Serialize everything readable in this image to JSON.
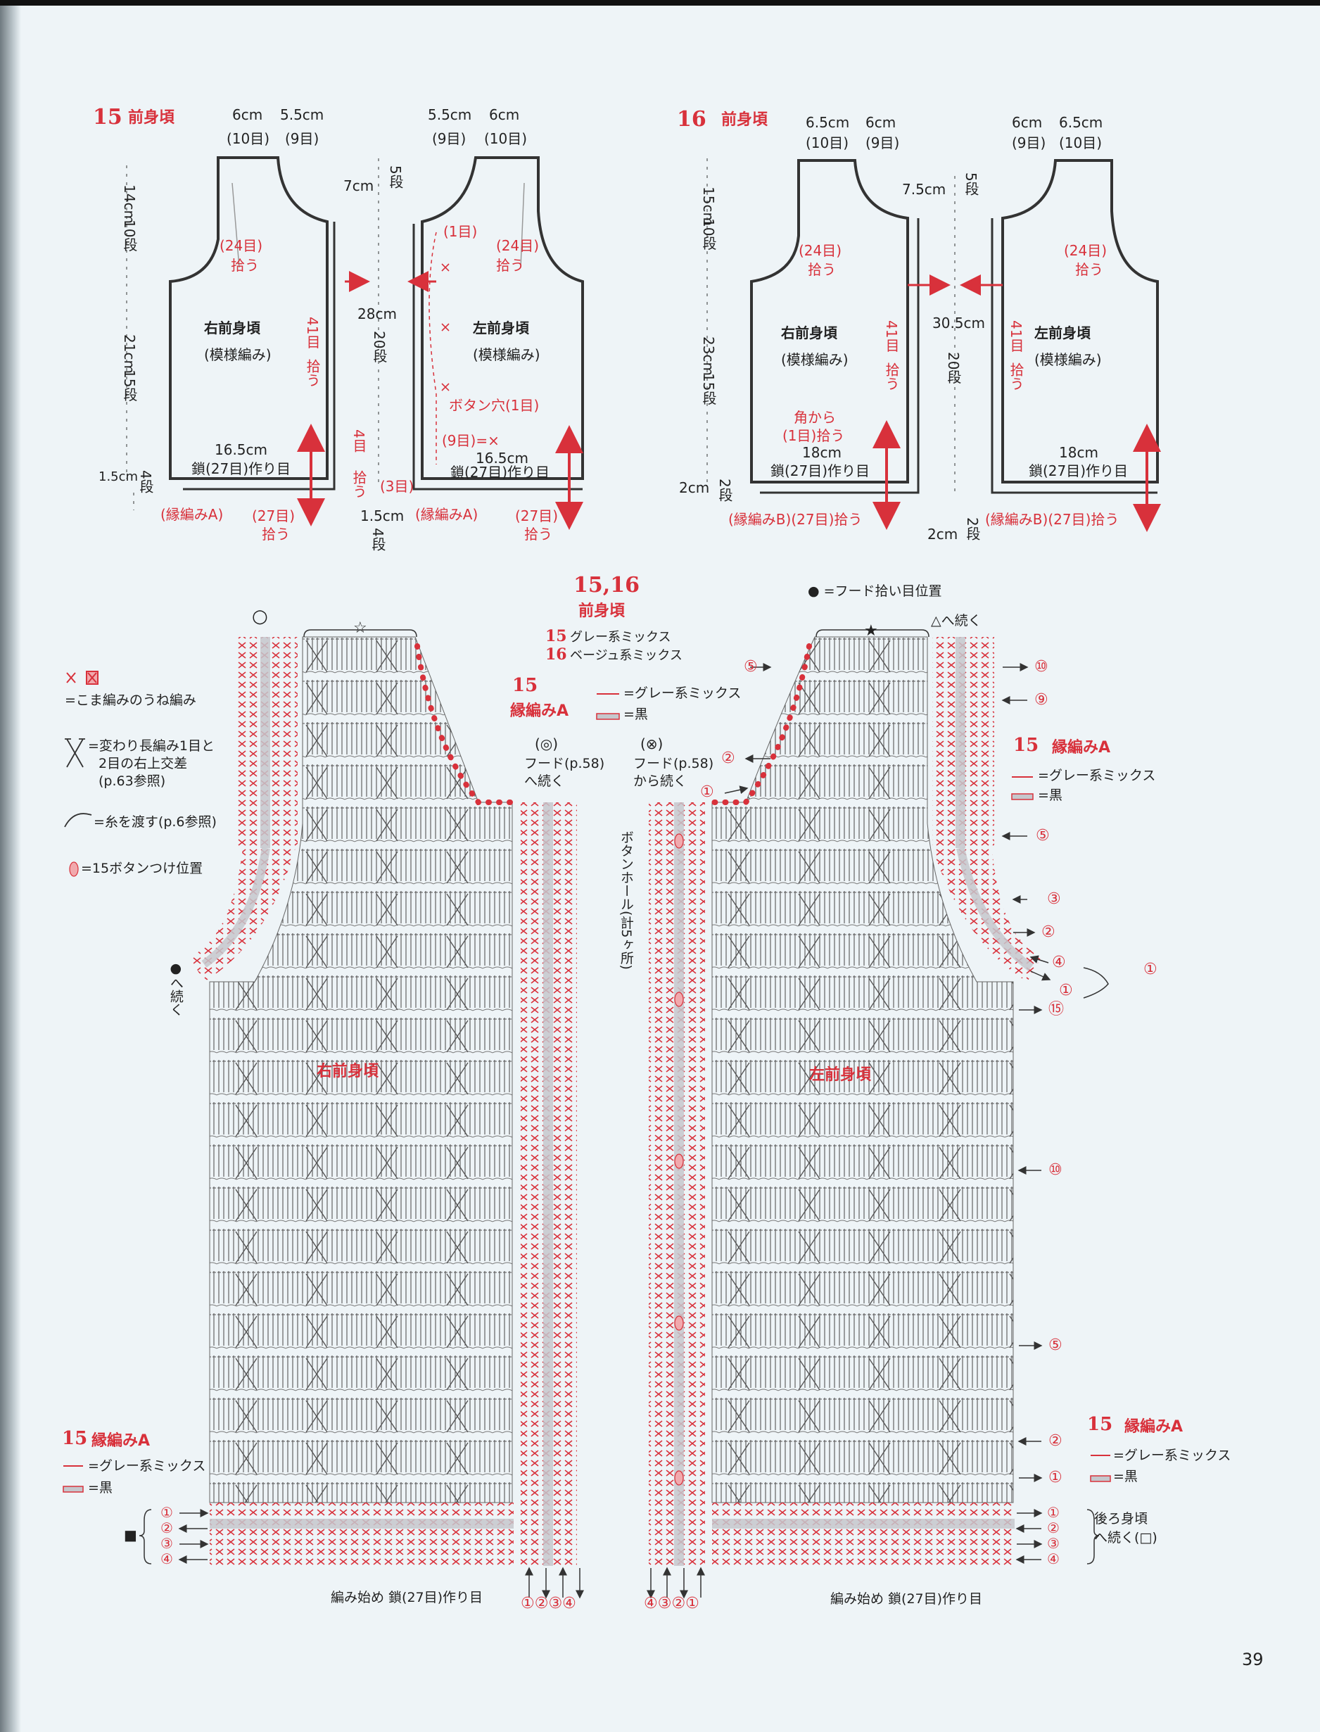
{
  "page_number": "39",
  "colors": {
    "red": "#d8313b",
    "ink": "#333333",
    "gray": "#c5c7cc",
    "paper": "#eef4f7"
  },
  "d15": {
    "no": "15",
    "title": "前身頃",
    "top_left_w1": "6cm",
    "top_left_s1": "(10目)",
    "top_left_w2": "5.5cm",
    "top_left_s2": "(9目)",
    "top_right_w1": "5.5cm",
    "top_right_s1": "(9目)",
    "top_right_w2": "6cm",
    "top_right_s2": "(10目)",
    "h1": "14cm",
    "h1s": "10段",
    "h2": "21cm",
    "h2s": "15段",
    "h3": "1.5cm",
    "h3s": "4段",
    "mid_h1": "7cm",
    "mid_h1s": "5段",
    "mid_h2": "28cm",
    "mid_h2s": "20段",
    "mid_h3": "1.5cm",
    "mid_h3s": "4段",
    "pick24": "(24目)",
    "pick": "拾う",
    "pick41": "41目",
    "pick41b": "拾う",
    "right_name": "右前身頃",
    "right_pattern": "(模様編み)",
    "left_name": "左前身頃",
    "left_pattern": "(模様編み)",
    "width": "16.5cm",
    "chain": "鎖(27目)作り目",
    "edging": "(縁編みA)",
    "pick27": "(27目)",
    "pick27b": "拾う",
    "pick4": "4目",
    "pick3": "(3目)",
    "one": "(1目)",
    "buttonhole": "ボタン穴(1目)",
    "nine": "(9目)=×"
  },
  "d16": {
    "no": "16",
    "title": "前身頃",
    "top_left_w1": "6.5cm",
    "top_left_s1": "(10目)",
    "top_left_w2": "6cm",
    "top_left_s2": "(9目)",
    "top_right_w1": "6cm",
    "top_right_s1": "(9目)",
    "top_right_w2": "6.5cm",
    "top_right_s2": "(10目)",
    "h1": "15cm",
    "h1s": "10段",
    "h2": "23cm",
    "h2s": "15段",
    "h3": "2cm",
    "h3s": "2段",
    "mid_h1": "7.5cm",
    "mid_h1s": "5段",
    "mid_h2": "30.5cm",
    "mid_h2s": "20段",
    "mid_h3": "2cm",
    "mid_h3s": "2段",
    "pick24": "(24目)",
    "pick": "拾う",
    "pick41": "41目",
    "pick41b": "拾う",
    "right_name": "右前身頃",
    "right_pattern": "(模様編み)",
    "left_name": "左前身頃",
    "left_pattern": "(模様編み)",
    "corner": "角から",
    "corner2": "(1目)拾う",
    "width": "18cm",
    "chain": "鎖(27目)作り目",
    "edging_pick": "(縁編みB)(27目)拾う"
  },
  "chart": {
    "title_no": "15,16",
    "title": "前身頃",
    "c15_no": "15",
    "c15": "グレー系ミックス",
    "c16_no": "16",
    "c16": "ベージュ系ミックス",
    "hood_pick": "● =フード拾い目位置",
    "edging_no": "15",
    "edging": "縁編みA",
    "line_gray": "=グレー系ミックス",
    "line_black": "=黒",
    "hood_to": "フード(p.58)",
    "hood_to2": "へ続く",
    "hood_from": "フード(p.58)",
    "hood_from2": "から続く",
    "hood_to_sym": "(◎)",
    "hood_from_sym": "(⊗)",
    "buttonhole_v": "ボタンホール(計5ヶ所)",
    "right_name": "右前身頃",
    "left_name": "左前身頃",
    "start": "編み始め 鎖(27目)作り目",
    "tri_cont": "△へ続く",
    "circle_top": "○",
    "star_w": "☆",
    "star_b": "★",
    "cont_black": "●へ続く",
    "back_cont1": "後ろ身頃",
    "back_cont2": "へ続く(□)",
    "square": "■",
    "bottom_nums_left": "①②③④",
    "bottom_nums_right": "④③②①",
    "right_rows": [
      "⑩",
      "⑨",
      "⑤",
      "③",
      "②",
      "④",
      "①",
      "⑮",
      "⑩",
      "⑤",
      "②",
      "①"
    ],
    "left_rows": [
      "⑤",
      "②",
      "①"
    ],
    "edge_rows": [
      "①",
      "②",
      "③",
      "④"
    ]
  },
  "legend": {
    "sym1": "=こま編みのうね編み",
    "sym2": "=変わり長編み1目と",
    "sym2b": "2目の右上交差",
    "sym2c": "(p.63参照)",
    "sym3": "=糸を渡す(p.6参照)",
    "sym4": "=15ボタンつけ位置",
    "e15_no": "15",
    "e15": "縁編みA",
    "e15_gray": "=グレー系ミックス",
    "e15_black": "=黒"
  }
}
